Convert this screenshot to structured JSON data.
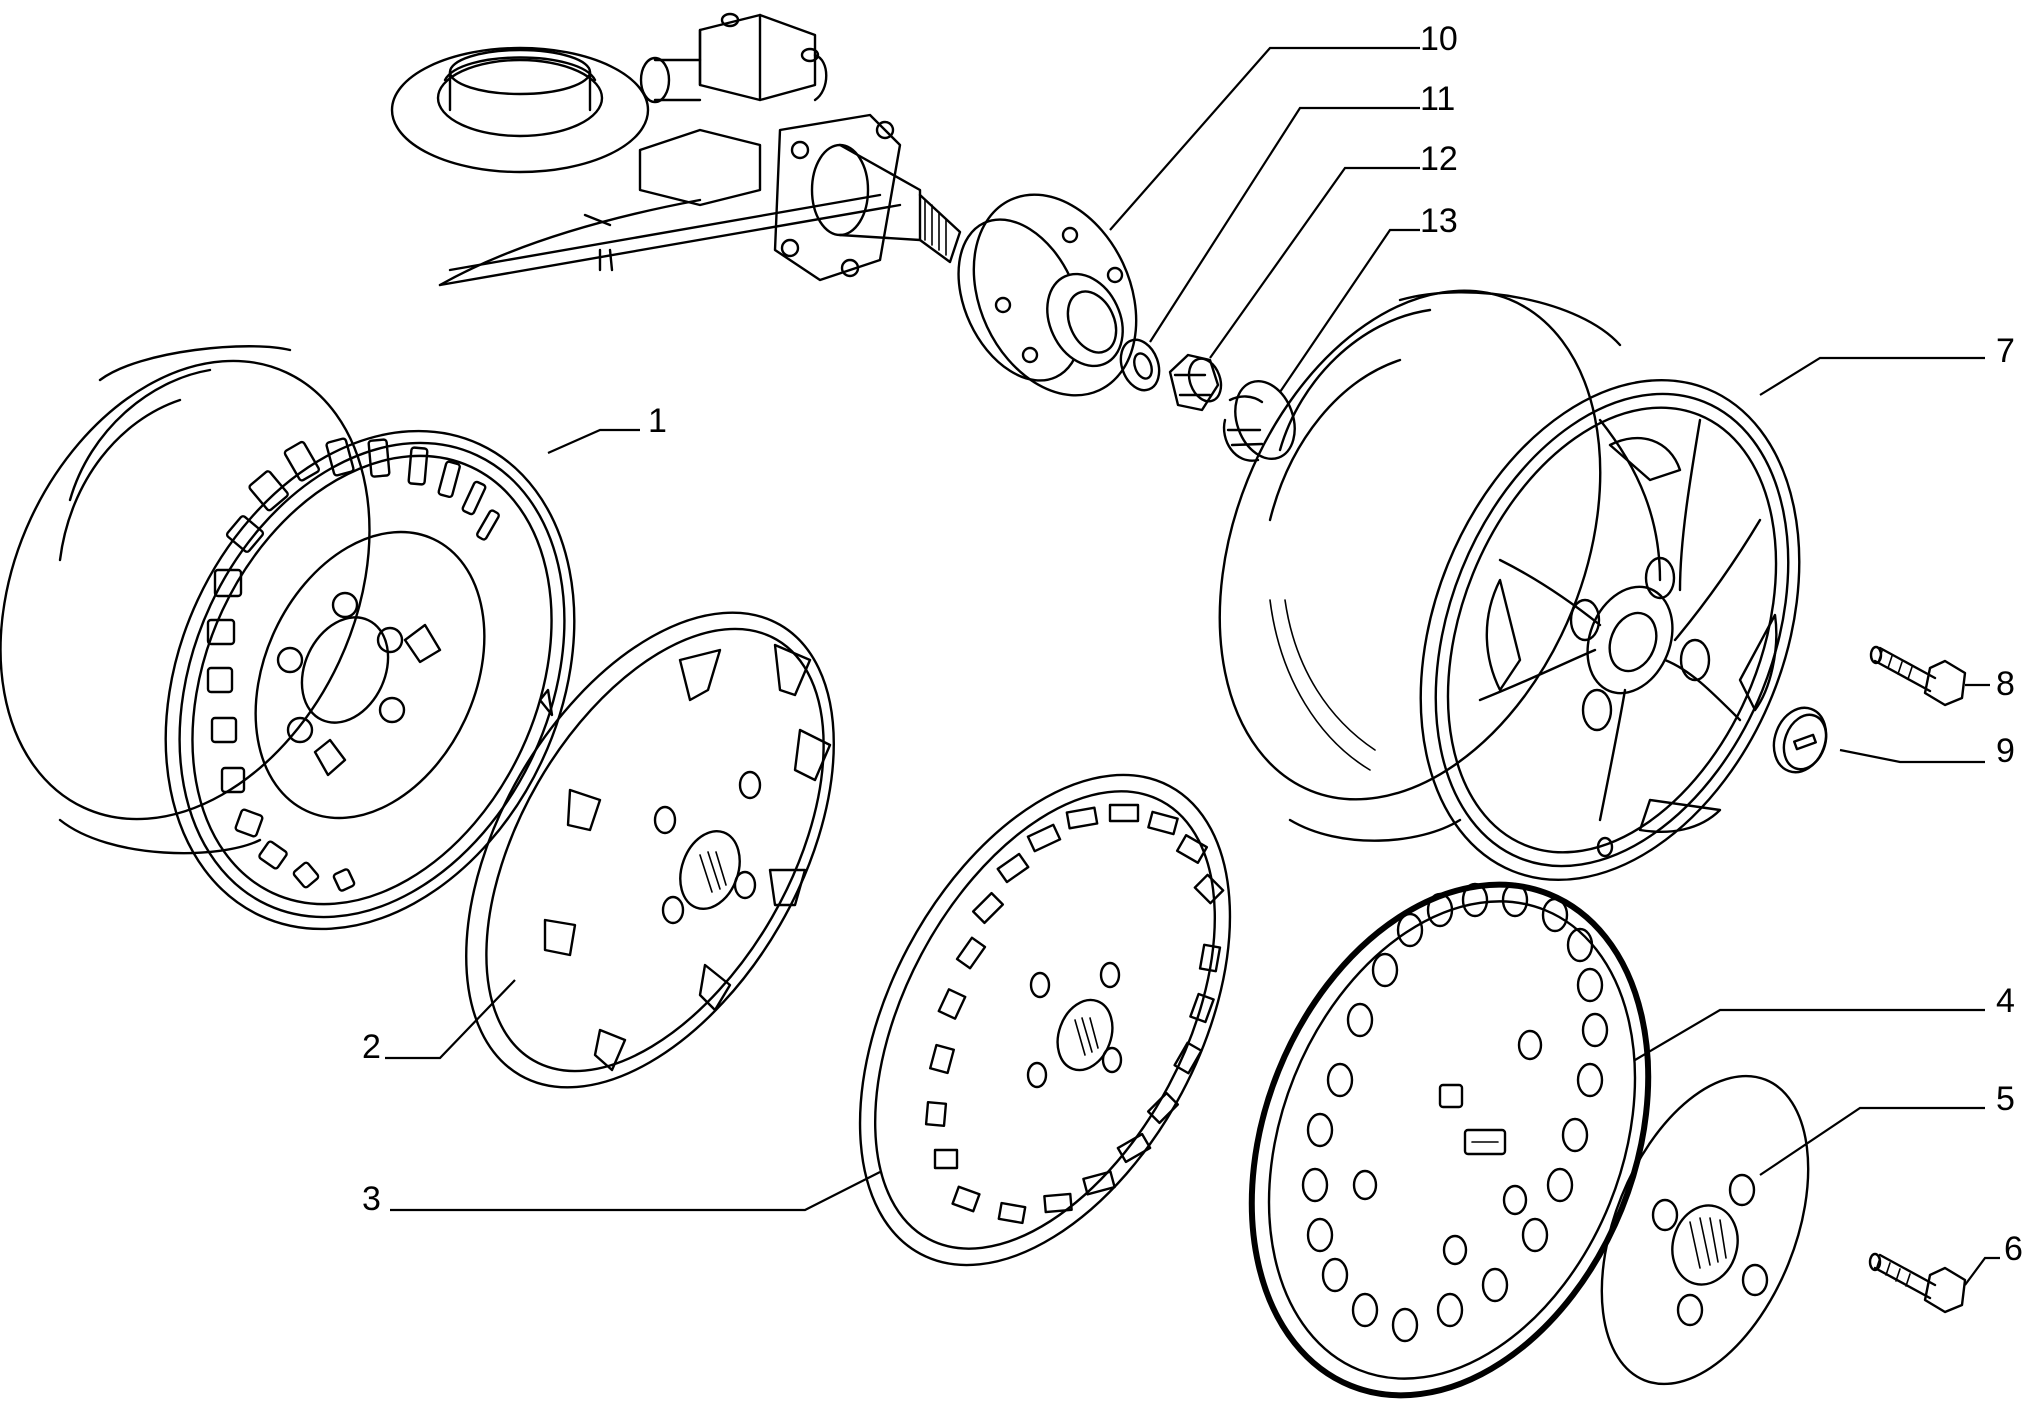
{
  "diagram": {
    "callouts": [
      {
        "id": "1",
        "label": "1"
      },
      {
        "id": "2",
        "label": "2"
      },
      {
        "id": "3",
        "label": "3"
      },
      {
        "id": "4",
        "label": "4"
      },
      {
        "id": "5",
        "label": "5"
      },
      {
        "id": "6",
        "label": "6"
      },
      {
        "id": "7",
        "label": "7"
      },
      {
        "id": "8",
        "label": "8"
      },
      {
        "id": "9",
        "label": "9"
      },
      {
        "id": "10",
        "label": "10"
      },
      {
        "id": "11",
        "label": "11"
      },
      {
        "id": "12",
        "label": "12"
      },
      {
        "id": "13",
        "label": "13"
      }
    ]
  }
}
